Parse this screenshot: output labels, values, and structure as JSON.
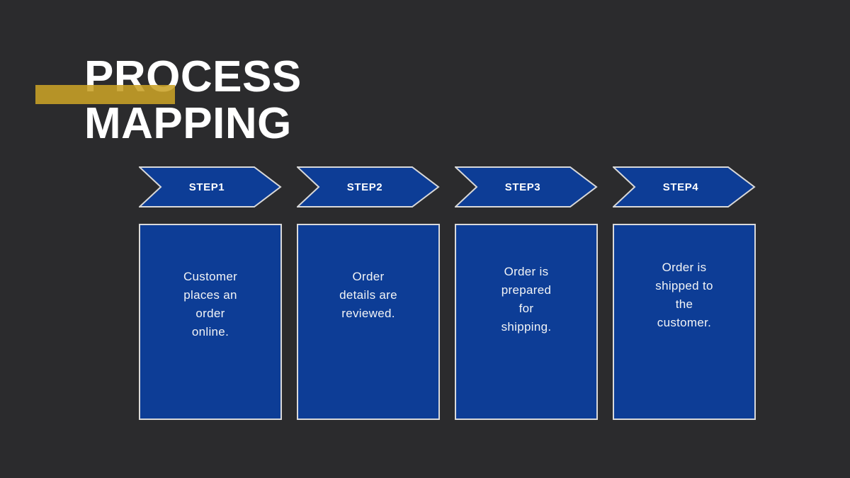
{
  "title": {
    "text": "PROCESS\nMAPPING"
  },
  "steps": [
    {
      "label": "STEP1",
      "description": "Customer\nplaces an\norder\nonline."
    },
    {
      "label": "STEP2",
      "description": "Order\ndetails are\nreviewed."
    },
    {
      "label": "STEP3",
      "description": "Order is\nprepared\nfor\nshipping."
    },
    {
      "label": "STEP4",
      "description": "Order is\nshipped to\nthe\ncustomer."
    }
  ],
  "colors": {
    "background": "#2b2b2d",
    "step_blue": "#0d3d96",
    "accent_gold": "#c9a227",
    "outline": "#d9d9d9",
    "title_text": "#ffffff",
    "card_text": "#f2f4f6"
  }
}
